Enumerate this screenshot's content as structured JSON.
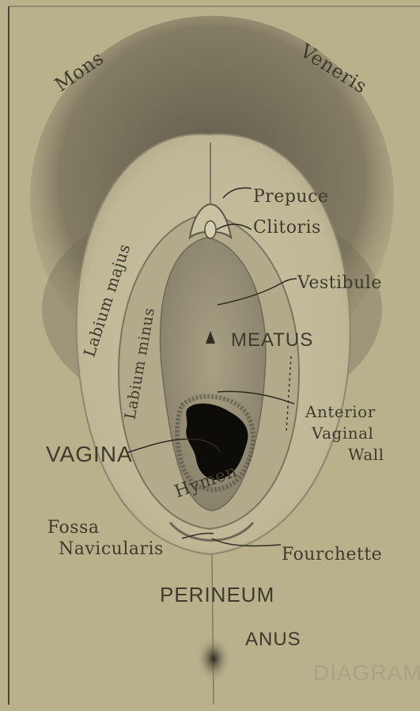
{
  "labels": {
    "mons": "Mons",
    "veneris": "Veneris",
    "prepuce": "Prepuce",
    "clitoris": "Clitoris",
    "labium_majus": "Labium majus",
    "labium_minus": "Labium minus",
    "vestibule": "Vestibule",
    "meatus": "MEATUS",
    "anterior": "Anterior",
    "vaginal": "Vaginal",
    "wall": "Wall",
    "vagina": "VAGINA",
    "hymen": "Hymen",
    "fossa": "Fossa",
    "navicularis": "Navicularis",
    "fourchette": "Fourchette",
    "perineum": "PERINEUM",
    "anus": "ANUS",
    "diagram": "DIAGRAM"
  },
  "colors": {
    "paper": "#b9b08c",
    "ink": "#3e3a2c",
    "border": "#4a4536"
  }
}
